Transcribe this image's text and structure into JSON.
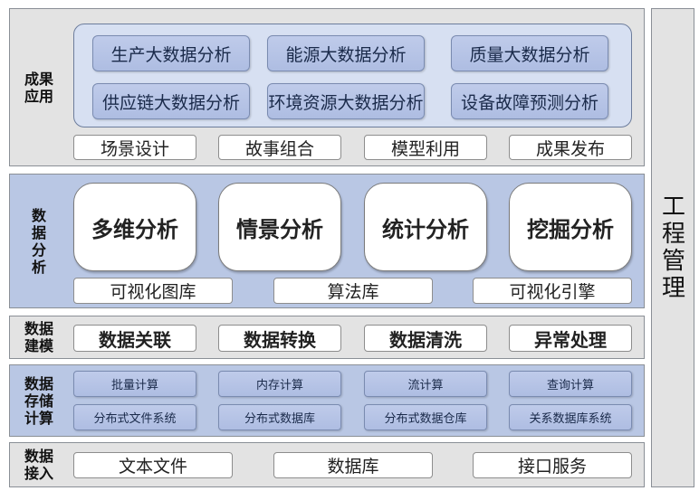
{
  "side_label": "工程管理",
  "layers": {
    "results": {
      "label": "成果\n应用",
      "chips": [
        "生产大数据分析",
        "能源大数据分析",
        "质量大数据分析",
        "供应链大数据分析",
        "环境资源大数据分析",
        "设备故障预测分析"
      ],
      "tools": [
        "场景设计",
        "故事组合",
        "模型利用",
        "成果发布"
      ]
    },
    "analysis": {
      "label": "数\n据\n分\n析",
      "methods": [
        "多维分析",
        "情景分析",
        "统计分析",
        "挖掘分析"
      ],
      "libs": [
        "可视化图库",
        "算法库",
        "可视化引擎"
      ]
    },
    "modeling": {
      "label": "数据\n建模",
      "items": [
        "数据关联",
        "数据转换",
        "数据清洗",
        "异常处理"
      ]
    },
    "storage": {
      "label": "数据\n存储\n计算",
      "compute": [
        "批量计算",
        "内存计算",
        "流计算",
        "查询计算"
      ],
      "storage": [
        "分布式文件系统",
        "分布式数据库",
        "分布式数据仓库",
        "关系数据库系统"
      ]
    },
    "access": {
      "label": "数据\n接入",
      "items": [
        "文本文件",
        "数据库",
        "接口服务"
      ]
    }
  }
}
